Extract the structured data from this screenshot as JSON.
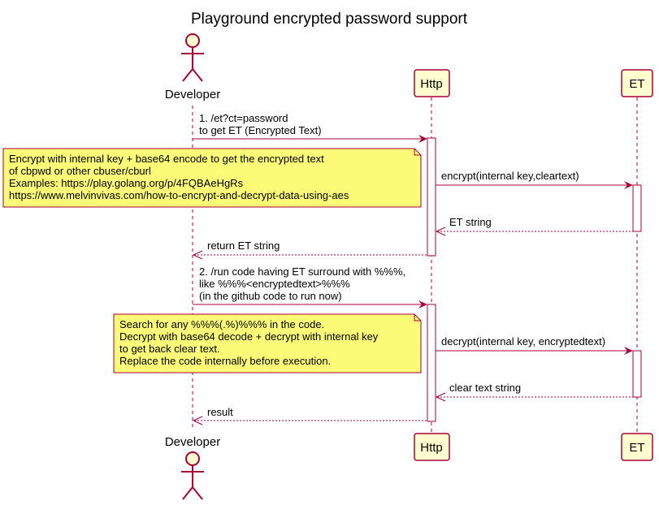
{
  "title": "Playground encrypted password support",
  "participants": {
    "developer": "Developer",
    "http": "Http",
    "et": "ET"
  },
  "messages": [
    {
      "lines": [
        "1. /et?ct=password",
        "to get ET (Encrypted Text)"
      ]
    },
    {
      "lines": [
        "encrypt(internal key,cleartext)"
      ]
    },
    {
      "lines": [
        "ET string"
      ]
    },
    {
      "lines": [
        "return ET string"
      ]
    },
    {
      "lines": [
        "2. /run code having ET surround with %%%,",
        " like %%%<encryptedtext>%%%",
        "(in the github code to run now)"
      ]
    },
    {
      "lines": [
        "decrypt(internal key, encryptedtext)"
      ]
    },
    {
      "lines": [
        "clear text string"
      ]
    },
    {
      "lines": [
        "result"
      ]
    }
  ],
  "notes": [
    {
      "lines": [
        "Encrypt with internal key + base64 encode to get the encrypted text",
        "of cbpwd or other cbuser/cburl",
        "Examples: https://play.golang.org/p/4FQBAeHgRs",
        "https://www.melvinvivas.com/how-to-encrypt-and-decrypt-data-using-aes"
      ]
    },
    {
      "lines": [
        "Search for any %%%(.%)%%% in the code.",
        "Decrypt with base64 decode + decrypt with internal key",
        "to get back clear text.",
        "Replace the code internally before execution."
      ]
    }
  ],
  "colors": {
    "border": "#A80036",
    "participant_fill": "#FEFECE",
    "note_fill": "#FBFB77"
  }
}
